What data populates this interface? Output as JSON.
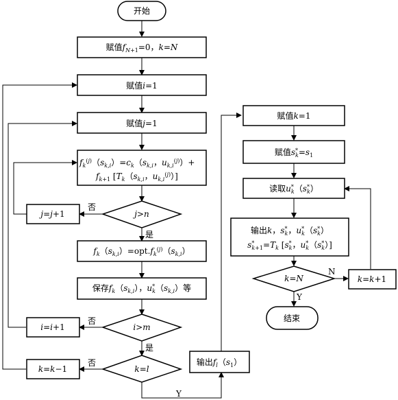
{
  "nodes": {
    "start": "开始",
    "init_f": "赋值f_{N+1}=0, k=N",
    "init_i": "赋值i=1",
    "init_j": "赋值j=1",
    "compute_line1": "f_k^{(j)}(s_{k,i}) = c_k(s_{k,i}, u_{k,i}^{(j)}) +",
    "compute_line2": "f_{k+1}[T_k(s_{k,i}, u_{k,i}^{(j)})]",
    "dec_j": "j>n",
    "inc_j": "j=j+1",
    "opt": "f_k(s_{k,i}) = opt.f_k^{(j)}(s_{k,i})",
    "save": "保存f_k(s_{k,i}), u_k^*(s_{k,i}) 等",
    "dec_i": "i>m",
    "inc_i": "i=i+1",
    "dec_k": "k=l",
    "dec_k_k": "k",
    "dec_k_eq": "=",
    "dec_k_l": "l",
    "dec_k_check": "k=N",
    "dec_k_eqN": "=",
    "dec_k_N": "N",
    "dec_j_j": "j",
    "dec_j_gt": ">",
    "dec_j_n": "n",
    "dec_i_i": "i",
    "dec_i_gt": ">",
    "dec_i_m": "m",
    "dec_k_label": "k",
    "dec_k_dec": "k=k−1",
    "dec_k_dec_k": "k",
    "dec_k_dec_eq": "=",
    "dec_k_dec_rhs": "k−1",
    "output_f": "输出f_l(s_1)",
    "back_k1": "赋值k=1",
    "back_s1": "赋值s_k^*=s_1",
    "read_u": "读取u_k^*(s_k^*)",
    "output_line1": "输出k, s_k^*, u_k^*(s_k^*)",
    "output_line2": "s_{k+1}^* = T_k[s_k^*, u_k^*(s_k^*)]",
    "inc_k": "k=k+1",
    "end": "结束"
  },
  "edge_labels": {
    "no": "否",
    "yes": "是",
    "Y": "Y",
    "N": "N"
  },
  "text_parts": {
    "fuzhi": "赋值",
    "i1": "i=1",
    "j1": "j=1",
    "k1": "k=1",
    "baocun": "保存",
    "deng": "等",
    "shuchu": "输出",
    "duqu": "读取",
    "jieshu": "结束",
    "kaishi": "开始"
  }
}
